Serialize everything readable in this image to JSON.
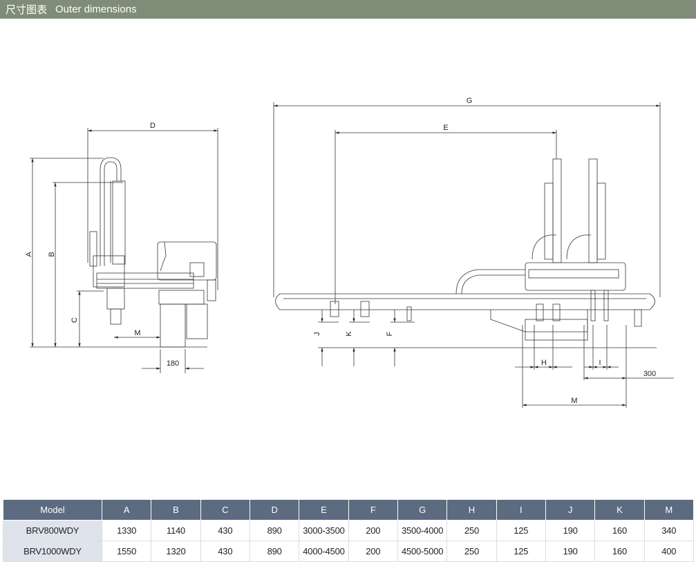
{
  "header": {
    "title_cn": "尺寸图表",
    "title_en": "Outer dimensions"
  },
  "drawing": {
    "side_view_labels": {
      "A": "A",
      "B": "B",
      "C": "C",
      "D": "D",
      "M": "M",
      "offset": "180"
    },
    "front_view_labels": {
      "G": "G",
      "E": "E",
      "J": "J",
      "K": "K",
      "F": "F",
      "H": "H",
      "I": "I",
      "M": "M",
      "offset": "300"
    }
  },
  "table": {
    "headers": [
      "Model",
      "A",
      "B",
      "C",
      "D",
      "E",
      "F",
      "G",
      "H",
      "I",
      "J",
      "K",
      "M"
    ],
    "rows": [
      [
        "BRV800WDY",
        "1330",
        "1140",
        "430",
        "890",
        "3000-3500",
        "200",
        "3500-4000",
        "250",
        "125",
        "190",
        "160",
        "340"
      ],
      [
        "BRV1000WDY",
        "1550",
        "1320",
        "430",
        "890",
        "4000-4500",
        "200",
        "4500-5000",
        "250",
        "125",
        "190",
        "160",
        "400"
      ]
    ]
  },
  "colors": {
    "header_bg": "#7f8c78",
    "table_header_bg": "#5d6b80",
    "model_cell_bg": "#dfe4ec"
  }
}
